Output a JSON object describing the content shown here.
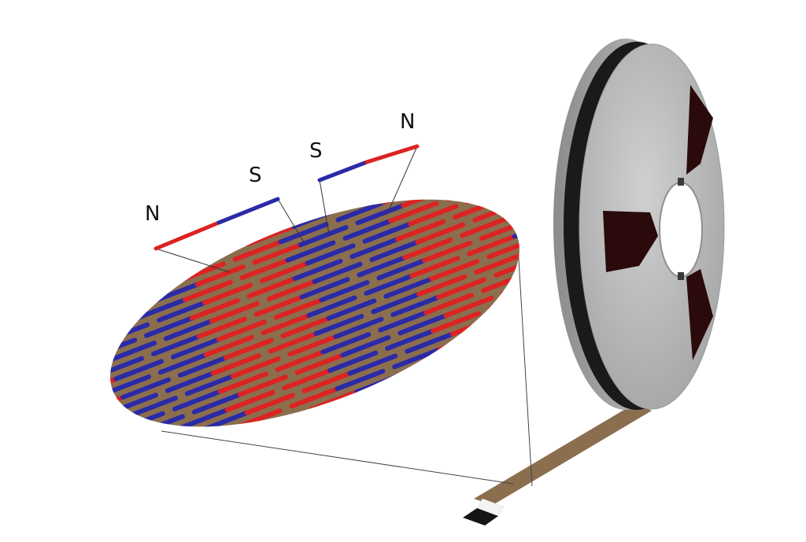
{
  "labels": {
    "magnet_left": {
      "left_pole": "N",
      "right_pole": "S"
    },
    "magnet_right": {
      "left_pole": "S",
      "right_pole": "N"
    }
  },
  "colors": {
    "north_pole": "#dd2222",
    "south_pole": "#2a2aa8",
    "tape_coating": "#8b6e4e",
    "reel_body": "#b9b9b9",
    "reel_window": "#2a0a0a",
    "leader_light": "#f4f4f4",
    "leader_dark": "#151515",
    "leader_line": "#333333"
  },
  "icons": {
    "reel": "tape-reel-icon",
    "magnified_surface": "magnified-tape-surface",
    "bar_magnet": "bar-magnet-icon"
  }
}
